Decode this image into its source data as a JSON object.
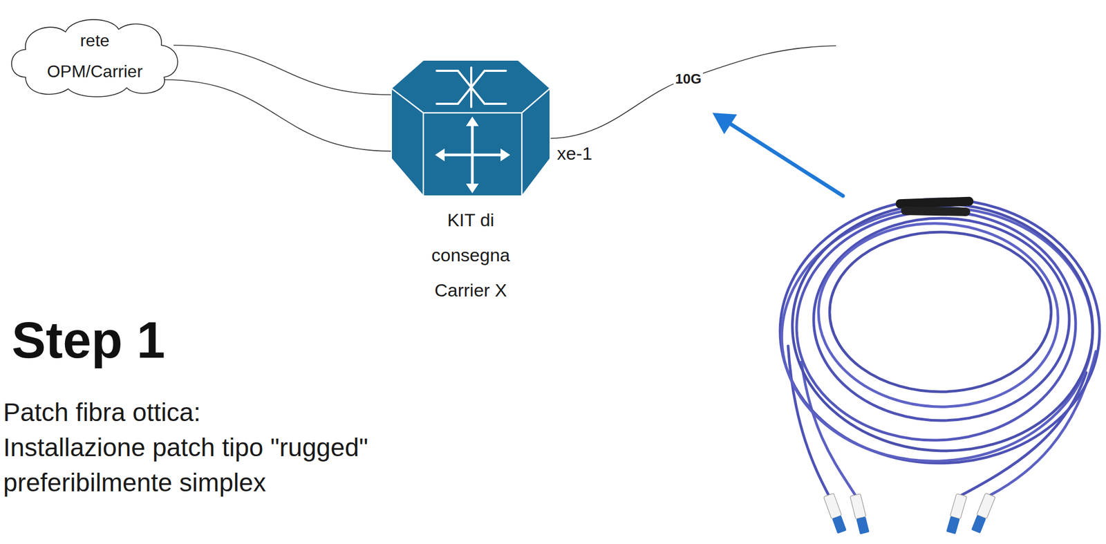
{
  "diagram": {
    "title": "Step 1",
    "nodes": [
      {
        "text": [
          "rete OPM/Carrier"
        ]
      },
      {
        "text": [
          "KIT di consegna Carrier X"
        ]
      }
    ],
    "edges": [
      {
        "from": 0,
        "to": 1,
        "arrow": "none"
      },
      {
        "from": 0,
        "to": 1,
        "arrow": "none"
      }
    ],
    "labels": [
      "xe-1",
      "10G",
      "Patch fibra ottica:",
      "Installazione patch tipo \"rugged\"",
      "preferibilmente simplex"
    ]
  }
}
